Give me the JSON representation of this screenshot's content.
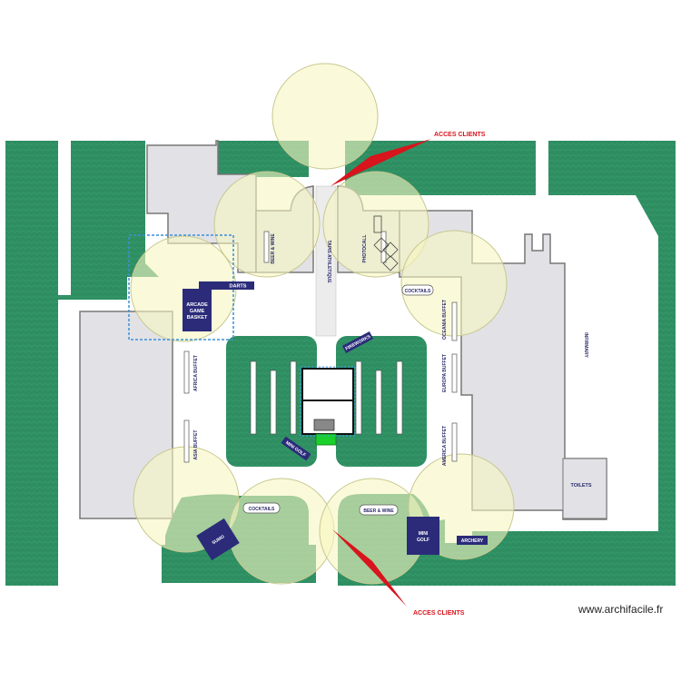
{
  "site_plan": {
    "entrance_top": "ACCES CLIENTS",
    "entrance_bottom": "ACCES CLIENTS",
    "zones": {
      "beer_wine_top": "BEER & WINE",
      "photocall": "PHOTOCALL",
      "tapis_athletique": "TAPIS ATHLETIQUE",
      "darts": "DARTS",
      "arcade_line1": "ARCADE",
      "arcade_line2": "GAME",
      "arcade_line3": "BASKET",
      "cocktails_top": "COCKTAILS",
      "oceania_buffet": "OCEANIA BUFFET",
      "europa_buffet": "EUROPA BUFFET",
      "america_buffet": "AMERICA BUFFET",
      "africa_buffet": "AFRICA BUFFET",
      "asia_buffet": "ASIA BUFFET",
      "infirmary": "INFIRMARY",
      "toilets": "TOILETS",
      "fireworks": "FIREWORKS",
      "mini_golf_left": "MINI GOLF",
      "cocktails_bottom": "COCKTAILS",
      "beer_wine_bottom": "BEER & WINE",
      "sumo": "SUMO",
      "mini_golf_line1": "MINI",
      "mini_golf_line2": "GOLF",
      "archery": "ARCHERY"
    },
    "colors": {
      "grass": "#2e8e62",
      "building": "#e2e2e6",
      "coverage": "#f6f6c2",
      "label_bg": "#2b2b7a",
      "arrow": "#d8141c"
    }
  },
  "watermark": "www.archifacile.fr"
}
